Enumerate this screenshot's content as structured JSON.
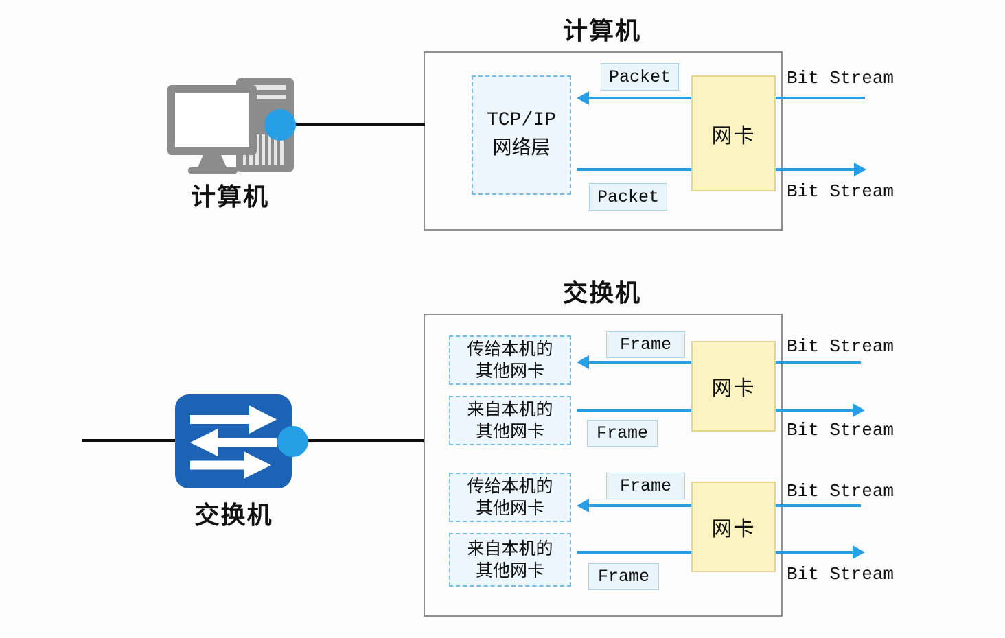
{
  "colors": {
    "arrow_blue": "#279fe6",
    "switch_blue": "#1d63b5",
    "device_gray": "#8c8c8c",
    "nic_fill": "#fbf3c2",
    "nic_border": "#e4d68c",
    "dashed_fill": "#edf6fc",
    "dashed_border": "#79bce3",
    "tag_fill": "#e9f4fb",
    "tag_border": "#abd3e8",
    "box_border": "#8f8f8f"
  },
  "computer": {
    "title": "计算机",
    "device_label": "计算机",
    "tcp_line1": "TCP/IP",
    "tcp_line2": "网络层",
    "packet_in": "Packet",
    "packet_out": "Packet",
    "nic": "网卡",
    "bitstream_in": "Bit Stream",
    "bitstream_out": "Bit Stream"
  },
  "switch": {
    "title": "交换机",
    "device_label": "交换机",
    "groups": [
      {
        "inbox_line1": "传给本机的",
        "inbox_line2": "其他网卡",
        "outbox_line1": "来自本机的",
        "outbox_line2": "其他网卡",
        "frame_in": "Frame",
        "frame_out": "Frame",
        "nic": "网卡",
        "bitstream_in": "Bit Stream",
        "bitstream_out": "Bit Stream"
      },
      {
        "inbox_line1": "传给本机的",
        "inbox_line2": "其他网卡",
        "outbox_line1": "来自本机的",
        "outbox_line2": "其他网卡",
        "frame_in": "Frame",
        "frame_out": "Frame",
        "nic": "网卡",
        "bitstream_in": "Bit Stream",
        "bitstream_out": "Bit Stream"
      }
    ]
  }
}
